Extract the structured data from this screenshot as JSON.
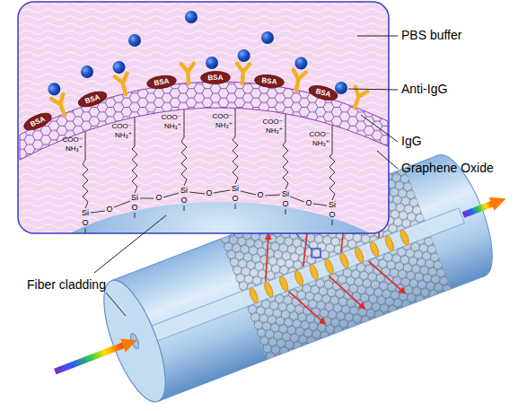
{
  "diagram": {
    "nodes": [
      {
        "text": [
          "BSA"
        ]
      },
      {
        "text": [
          "BSA"
        ]
      },
      {
        "text": [
          "BSA"
        ]
      },
      {
        "text": [
          "BSA"
        ]
      },
      {
        "text": [
          "BSA"
        ]
      },
      {
        "text": [
          "BSA"
        ]
      }
    ],
    "labels": [
      "PBS buffer",
      "Anti-IgG",
      "IgG",
      "Graphene Oxide",
      "Fiber cladding",
      "COO⁻",
      "NH₃⁺",
      "COO⁻",
      "NH₃⁺",
      "COO⁻",
      "NH₃⁺",
      "COO⁻",
      "NH₃⁺",
      "COO⁻",
      "NH₃⁺",
      "COO⁻",
      "NH₃⁺",
      "Si",
      "Si",
      "Si",
      "Si",
      "Si",
      "Si",
      "O",
      "O",
      "O",
      "O",
      "O",
      "O",
      "O",
      "O",
      "O",
      "O",
      "O"
    ]
  }
}
